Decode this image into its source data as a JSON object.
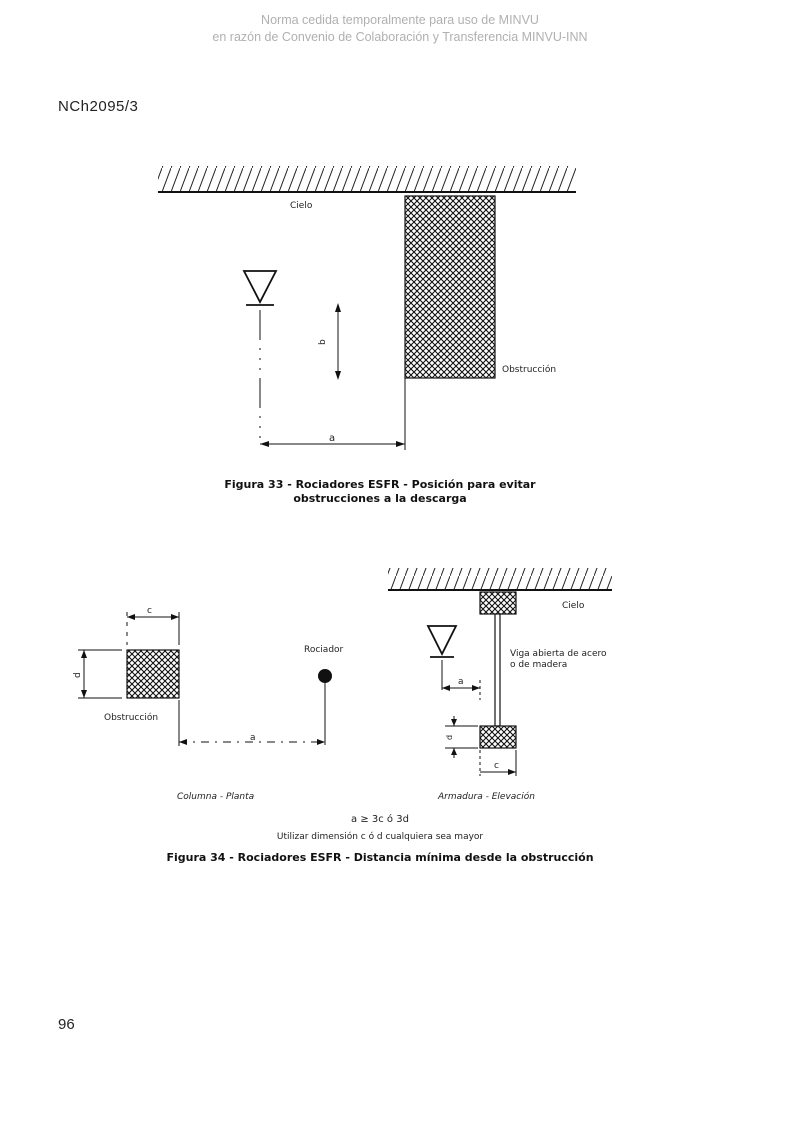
{
  "header": {
    "watermark_line1": "Norma cedida temporalmente para uso de MINVU",
    "watermark_line2": "en razón de Convenio de Colaboración y Transferencia MINVU-INN",
    "doc_code": "NCh2095/3"
  },
  "figure33": {
    "label_ceiling": "Cielo",
    "label_obstruction": "Obstrucción",
    "label_a": "a",
    "label_b": "b",
    "caption_line1": "Figura 33 - Rociadores ESFR - Posición para evitar",
    "caption_line2": "obstrucciones a la descarga"
  },
  "figure34": {
    "label_c": "c",
    "label_d": "d",
    "label_obstruction": "Obstrucción",
    "label_sprinkler": "Rociador",
    "label_a_plan": "a",
    "label_ceiling": "Cielo",
    "label_beam_line1": "Viga abierta de acero",
    "label_beam_line2": "o de madera",
    "label_a_elev": "a",
    "label_d_elev": "d",
    "label_c_elev": "c",
    "caption_plan": "Columna - Planta",
    "caption_elev": "Armadura - Elevación",
    "formula": "a ≥ 3c ó 3d",
    "note": "Utilizar dimensión c ó d cualquiera sea mayor",
    "caption": "Figura 34 - Rociadores ESFR - Distancia mínima desde la obstrucción"
  },
  "footer": {
    "page_number": "96"
  }
}
